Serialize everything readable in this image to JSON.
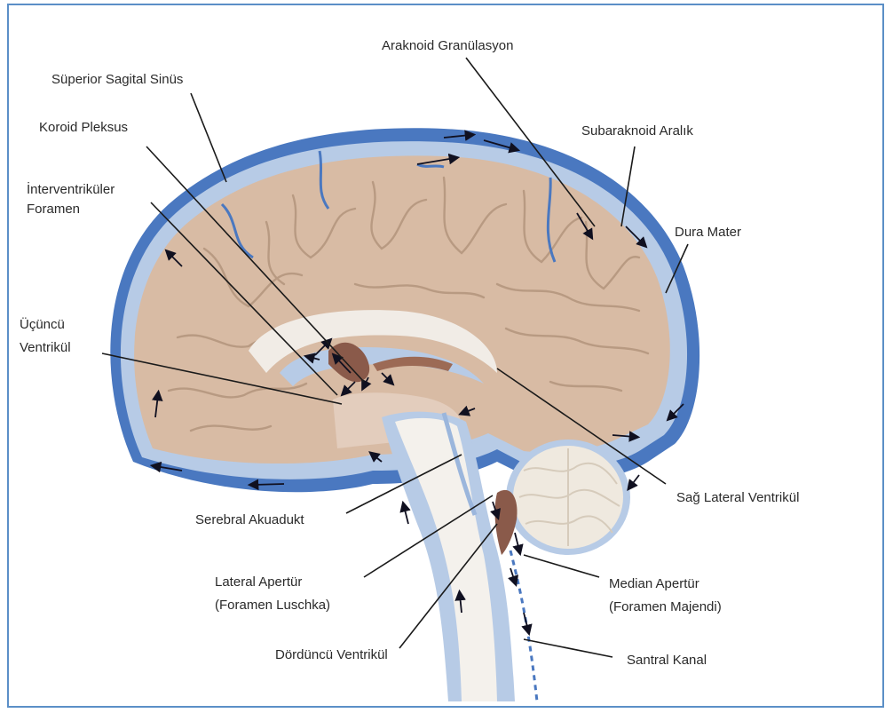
{
  "labels": {
    "superior_sagittal_sinus": "Süperior Sagital Sinüs",
    "choroid_plexus": "Koroid Pleksus",
    "interventricular_foramen_line1": "İnterventriküler",
    "interventricular_foramen_line2": "Foramen",
    "third_ventricle_line1": "Üçüncü",
    "third_ventricle_line2": "Ventrikül",
    "arachnoid_granulation": "Araknoid Granülasyon",
    "subarachnoid_space": "Subaraknoid Aralık",
    "dura_mater": "Dura Mater",
    "right_lateral_ventricle": "Sağ Lateral Ventrikül",
    "cerebral_aqueduct": "Serebral Akuadukt",
    "lateral_aperture_line1": "Lateral Apertür",
    "lateral_aperture_line2": "(Foramen Luschka)",
    "median_aperture_line1": "Median Apertür",
    "median_aperture_line2": "(Foramen Majendi)",
    "fourth_ventricle": "Dördüncü Ventrikül",
    "central_canal": "Santral Kanal"
  },
  "colors": {
    "frame_border": "#5b8fc7",
    "dura_blue": "#4a78c0",
    "csf_light_blue": "#b7cbe6",
    "brain_tan": "#d8bba4",
    "gyri_line": "#b89a82",
    "corpus_callosum": "#f1ece6",
    "cerebellum": "#efe9df",
    "spinal_cord": "#f4f1ec",
    "arrow": "#101020",
    "leader_line": "#1a1a1a"
  }
}
